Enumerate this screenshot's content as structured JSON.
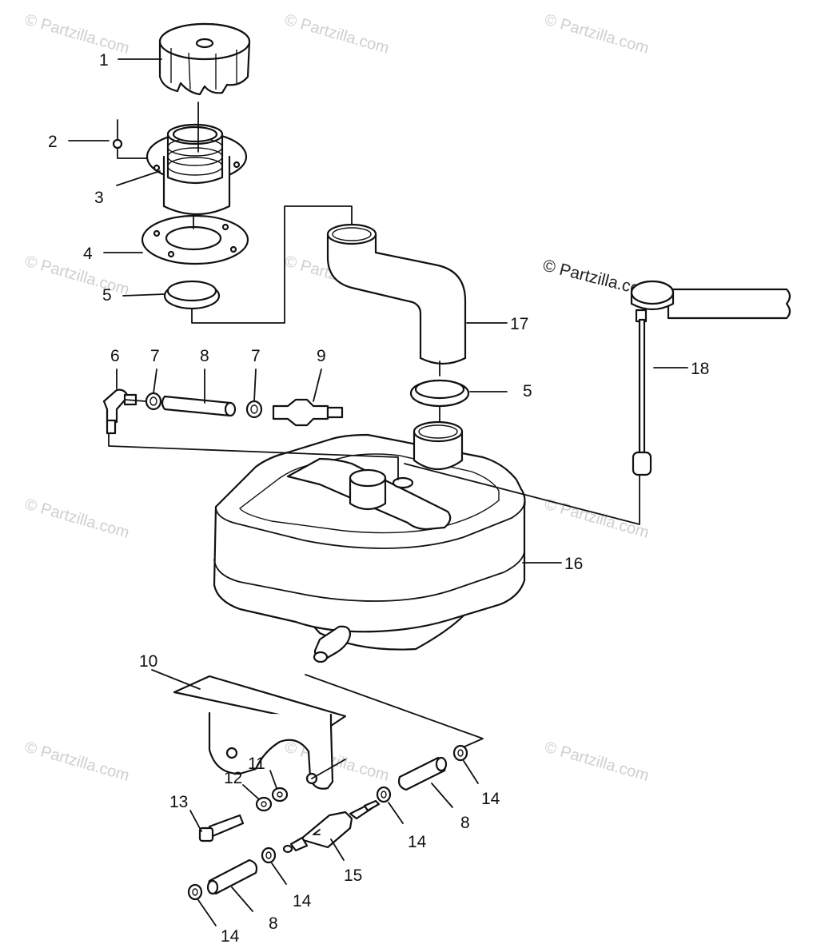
{
  "watermark": {
    "brand": "© Partzilla.com",
    "main": "© Partzilla.com"
  },
  "callouts": [
    {
      "id": "c1",
      "label": "1"
    },
    {
      "id": "c2",
      "label": "2"
    },
    {
      "id": "c3",
      "label": "3"
    },
    {
      "id": "c4",
      "label": "4"
    },
    {
      "id": "c5a",
      "label": "5"
    },
    {
      "id": "c5b",
      "label": "5"
    },
    {
      "id": "c6",
      "label": "6"
    },
    {
      "id": "c7a",
      "label": "7"
    },
    {
      "id": "c7b",
      "label": "7"
    },
    {
      "id": "c8a",
      "label": "8"
    },
    {
      "id": "c8b",
      "label": "8"
    },
    {
      "id": "c8c",
      "label": "8"
    },
    {
      "id": "c9",
      "label": "9"
    },
    {
      "id": "c10",
      "label": "10"
    },
    {
      "id": "c11",
      "label": "11"
    },
    {
      "id": "c12",
      "label": "12"
    },
    {
      "id": "c13",
      "label": "13"
    },
    {
      "id": "c14a",
      "label": "14"
    },
    {
      "id": "c14b",
      "label": "14"
    },
    {
      "id": "c14c",
      "label": "14"
    },
    {
      "id": "c14d",
      "label": "14"
    },
    {
      "id": "c15",
      "label": "15"
    },
    {
      "id": "c16",
      "label": "16"
    },
    {
      "id": "c17",
      "label": "17"
    },
    {
      "id": "c18",
      "label": "18"
    }
  ]
}
